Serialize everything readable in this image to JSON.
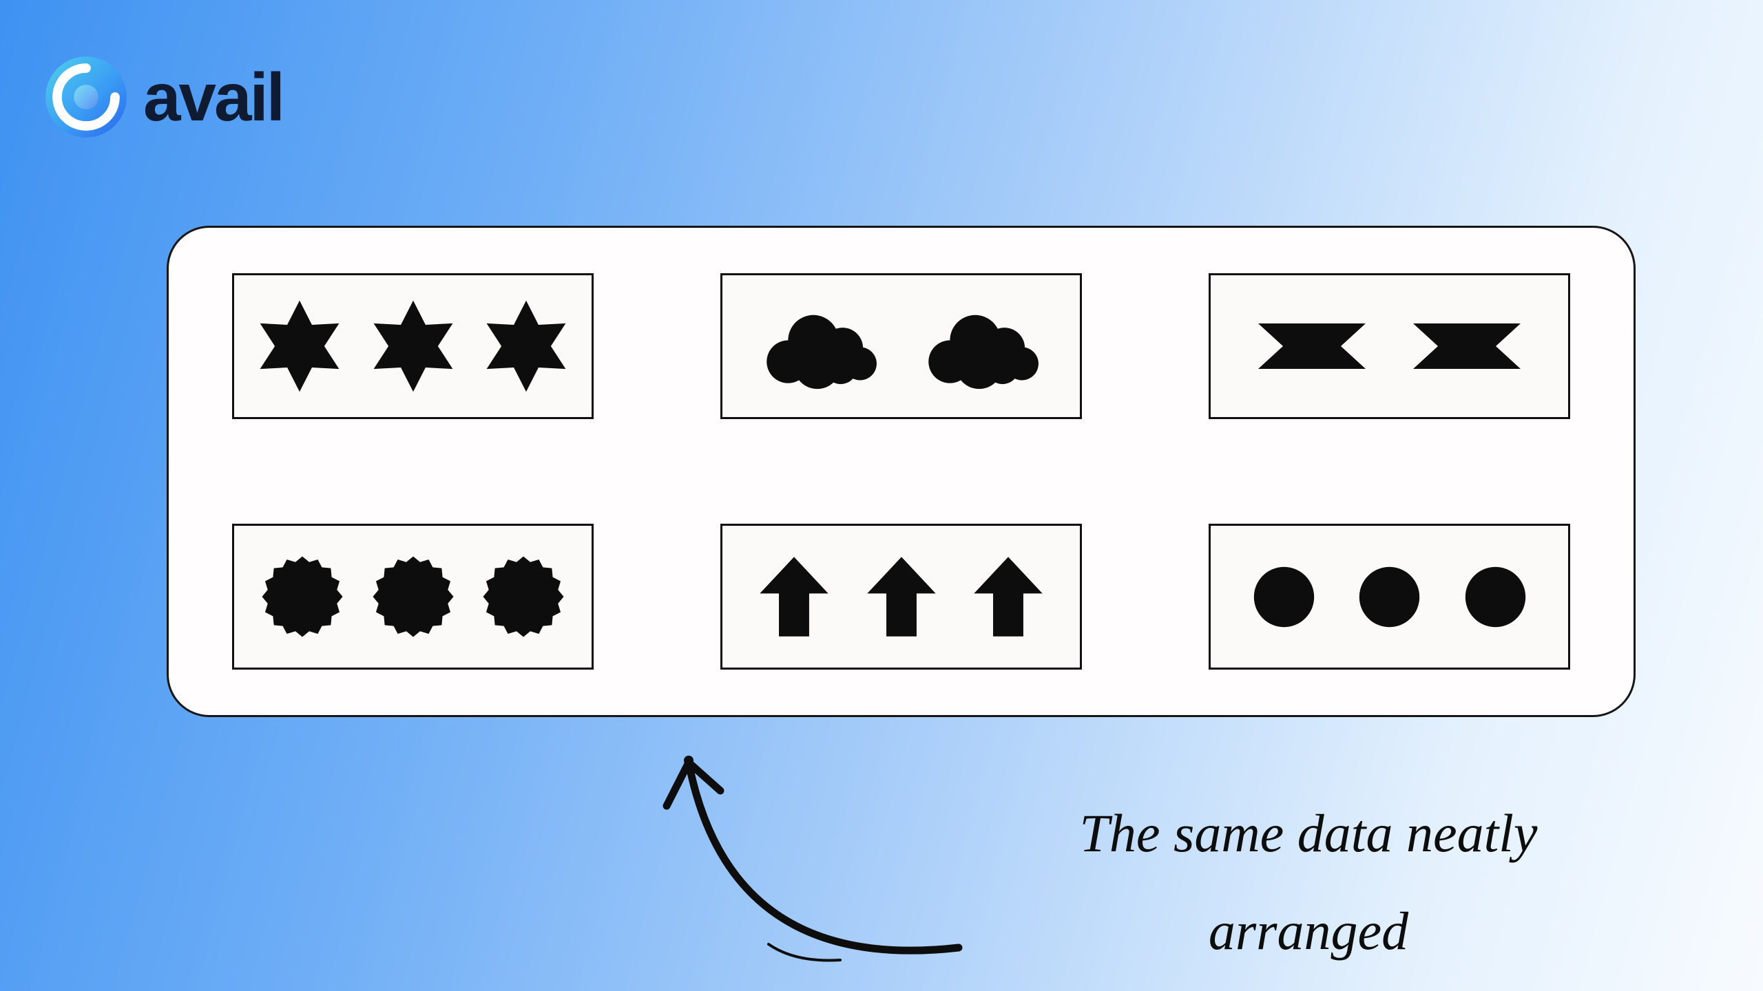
{
  "logo": {
    "brand": "avail"
  },
  "panel": {
    "cells": [
      {
        "id": "stars",
        "shape": "star6",
        "count": 3
      },
      {
        "id": "clouds",
        "shape": "cloud",
        "count": 2
      },
      {
        "id": "ribbons",
        "shape": "ribbon",
        "count": 2
      },
      {
        "id": "seals",
        "shape": "seal",
        "count": 3
      },
      {
        "id": "arrows",
        "shape": "arrow-up",
        "count": 3
      },
      {
        "id": "dots",
        "shape": "circle",
        "count": 3
      }
    ]
  },
  "caption": {
    "line1": "The same data neatly",
    "line2": "arranged"
  },
  "colors": {
    "background_left": "#3e92f2",
    "background_right": "#f7fbff",
    "panel_background": "#fffdfd",
    "shape_fill": "#0d0d0d",
    "logo_text": "#0e1b33",
    "logo_teal": "#3fc6ea",
    "logo_blue": "#2b7bf0"
  }
}
